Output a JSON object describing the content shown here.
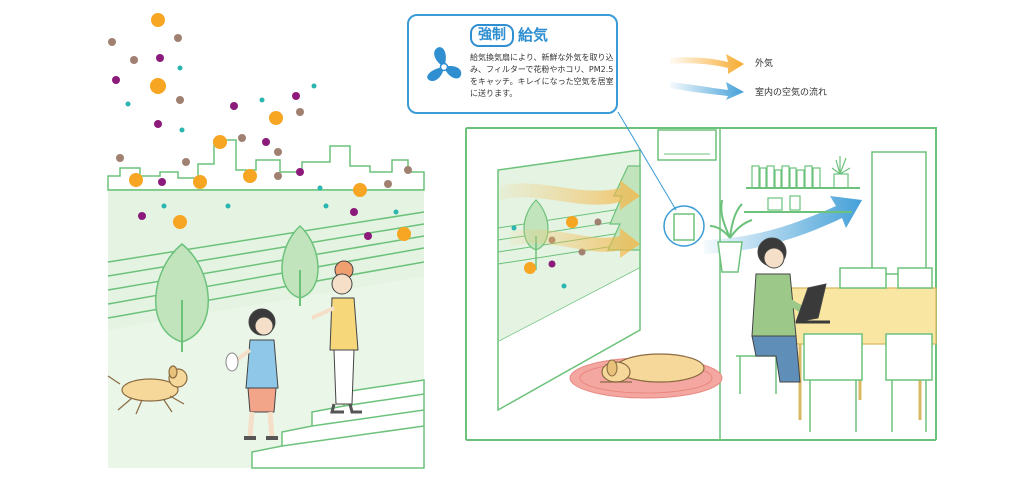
{
  "callout": {
    "badge": "強制",
    "title": "給気",
    "description": "給気換気扇により、新鮮な外気を取り込み、フィルターで花粉やホコリ、PM2.5 をキャッチ。キレイになった空気を居室に送ります。",
    "icon": "fan-icon"
  },
  "legend": {
    "outdoor_air": "外気",
    "indoor_flow": "室内の空気の流れ"
  },
  "colors": {
    "line_green": "#6cc27b",
    "fill_green": "#dff1dd",
    "tree_green": "#bfe3bb",
    "outdoor_orange": "#f6a623",
    "indoor_blue": "#3a9bd6",
    "particle_purple": "#8b1a7a",
    "particle_teal": "#2bb5b0",
    "particle_brown": "#a08070"
  }
}
